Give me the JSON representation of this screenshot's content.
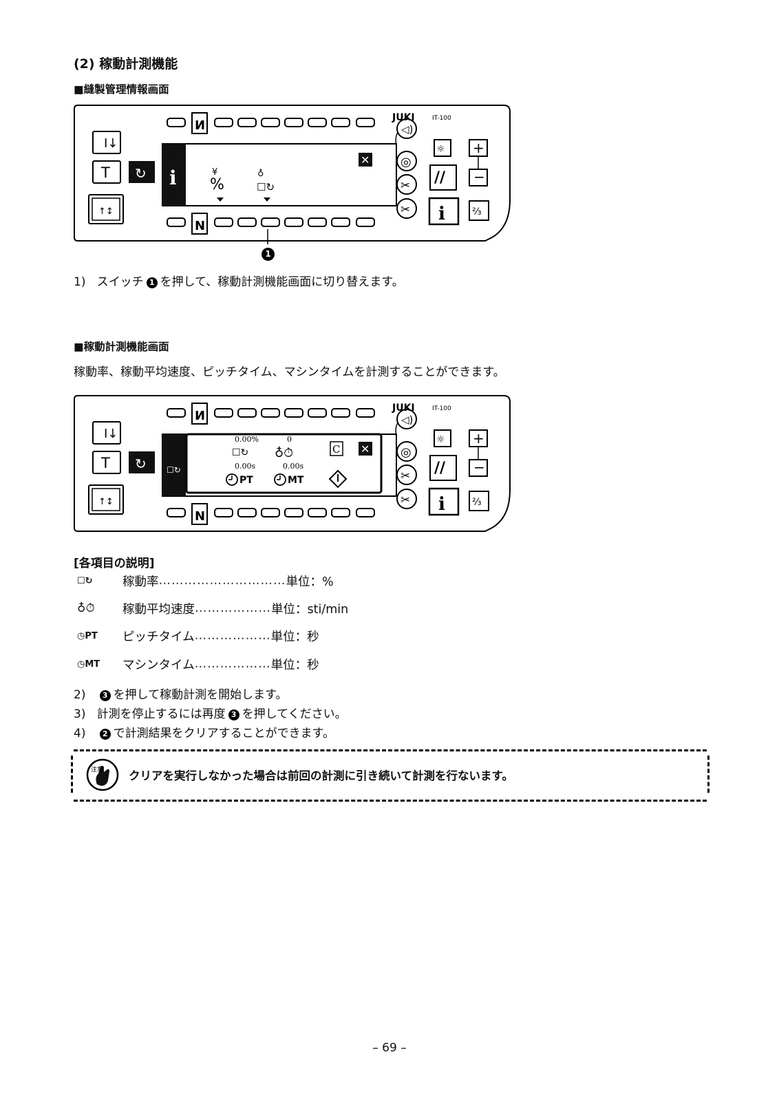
{
  "section_title": "(2) 稼動計測機能",
  "screen1": {
    "heading": "■縫製管理情報画面",
    "brand": "JUKI",
    "model": "IT-100"
  },
  "step1": {
    "prefix": "1)",
    "text_a": "スイッチ",
    "badge": "1",
    "text_b": "を押して、稼動計測機能画面に切り替えます。"
  },
  "screen2": {
    "heading": "■稼動計測機能画面",
    "description": "稼動率、稼動平均速度、ピッチタイム、マシンタイムを計測することができます。",
    "brand": "JUKI",
    "model": "IT-100",
    "operating_rate": "0.00%",
    "avg_speed": "0",
    "pitch_time": "0.00s",
    "machine_time": "0.00s",
    "pt_label": "PT",
    "mt_label": "MT",
    "clear_label": "C"
  },
  "legend": {
    "heading": "[各項目の説明]",
    "items": [
      {
        "icon": "operating-rate-icon",
        "name": "稼動率",
        "dots": "…………………………",
        "unit": "単位：%"
      },
      {
        "icon": "average-speed-icon",
        "name": "稼動平均速度",
        "dots": "………………",
        "unit": "単位：sti/min"
      },
      {
        "icon": "pitch-time-icon",
        "name": "ピッチタイム",
        "dots": "………………",
        "unit": "単位：秒"
      },
      {
        "icon": "machine-time-icon",
        "name": "マシンタイム",
        "dots": "………………",
        "unit": "単位：秒"
      }
    ],
    "pt_label": "PT",
    "mt_label": "MT"
  },
  "steps": [
    {
      "prefix": "2)",
      "badge": "3",
      "text_a": "",
      "text_b": "を押して稼動計測を開始します。"
    },
    {
      "prefix": "3)",
      "badge": "3",
      "text_a": "計測を停止するには再度",
      "text_b": "を押してください。"
    },
    {
      "prefix": "4)",
      "badge": "2",
      "text_a": "",
      "text_b": "で計測結果をクリアすることができます。"
    }
  ],
  "caution": {
    "icon": "caution-hand-icon",
    "icon_text": "注意",
    "text": "クリアを実行しなかった場合は前回の計測に引き続いて計測を行ないます。"
  },
  "page_number": "– 69 –"
}
